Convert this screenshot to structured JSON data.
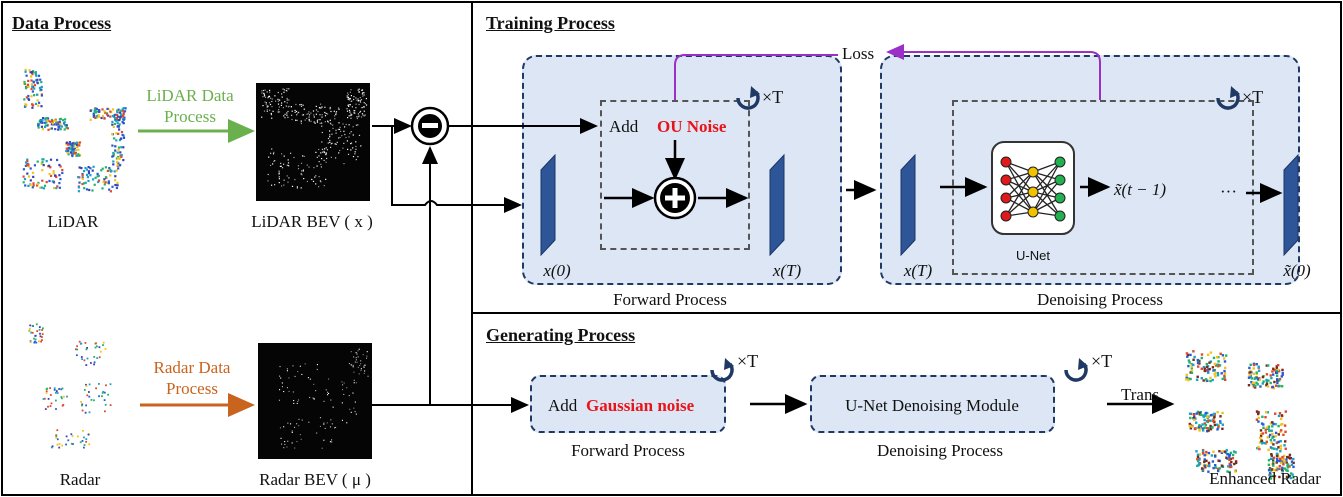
{
  "sections": {
    "data_process": "Data Process",
    "training_process": "Training Process",
    "generating_process": "Generating Process"
  },
  "data_process": {
    "lidar_label": "LiDAR",
    "lidar_step": [
      "LiDAR Data",
      "Process"
    ],
    "lidar_bev": "LiDAR  BEV ( x )",
    "radar_label": "Radar",
    "radar_step": [
      "Radar Data",
      "Process"
    ],
    "radar_bev": "Radar BEV ( μ )",
    "step_colors": {
      "lidar": "#6ab04c",
      "radar": "#c8641e"
    }
  },
  "training": {
    "loss": "Loss",
    "add": "Add",
    "ou_noise": "OU Noise",
    "repeat": "×T",
    "x0": "x(0)",
    "xT": "x(T)",
    "forward": "Forward Process",
    "denoising": "Denoising Process",
    "unet": "U-Net",
    "xt_minus_1": "x̃(t − 1)",
    "ellipsis": "···",
    "x_tilde_0": "x̃(0)",
    "xT_denoise": "x(T)"
  },
  "generating": {
    "add": "Add",
    "gaussian": "Gaussian noise",
    "repeat": "×T",
    "forward": "Forward Process",
    "unet_module": "U-Net Denoising Module",
    "denoising": "Denoising Process",
    "trans": "Trans",
    "enhanced": "Enhanced Radar"
  },
  "colors": {
    "panel_fill": "#dce6f5",
    "panel_border": "#1f3864",
    "feature_map": "#2e5597",
    "loss_arrow": "#9b30c8",
    "highlight": "#e8141a"
  }
}
